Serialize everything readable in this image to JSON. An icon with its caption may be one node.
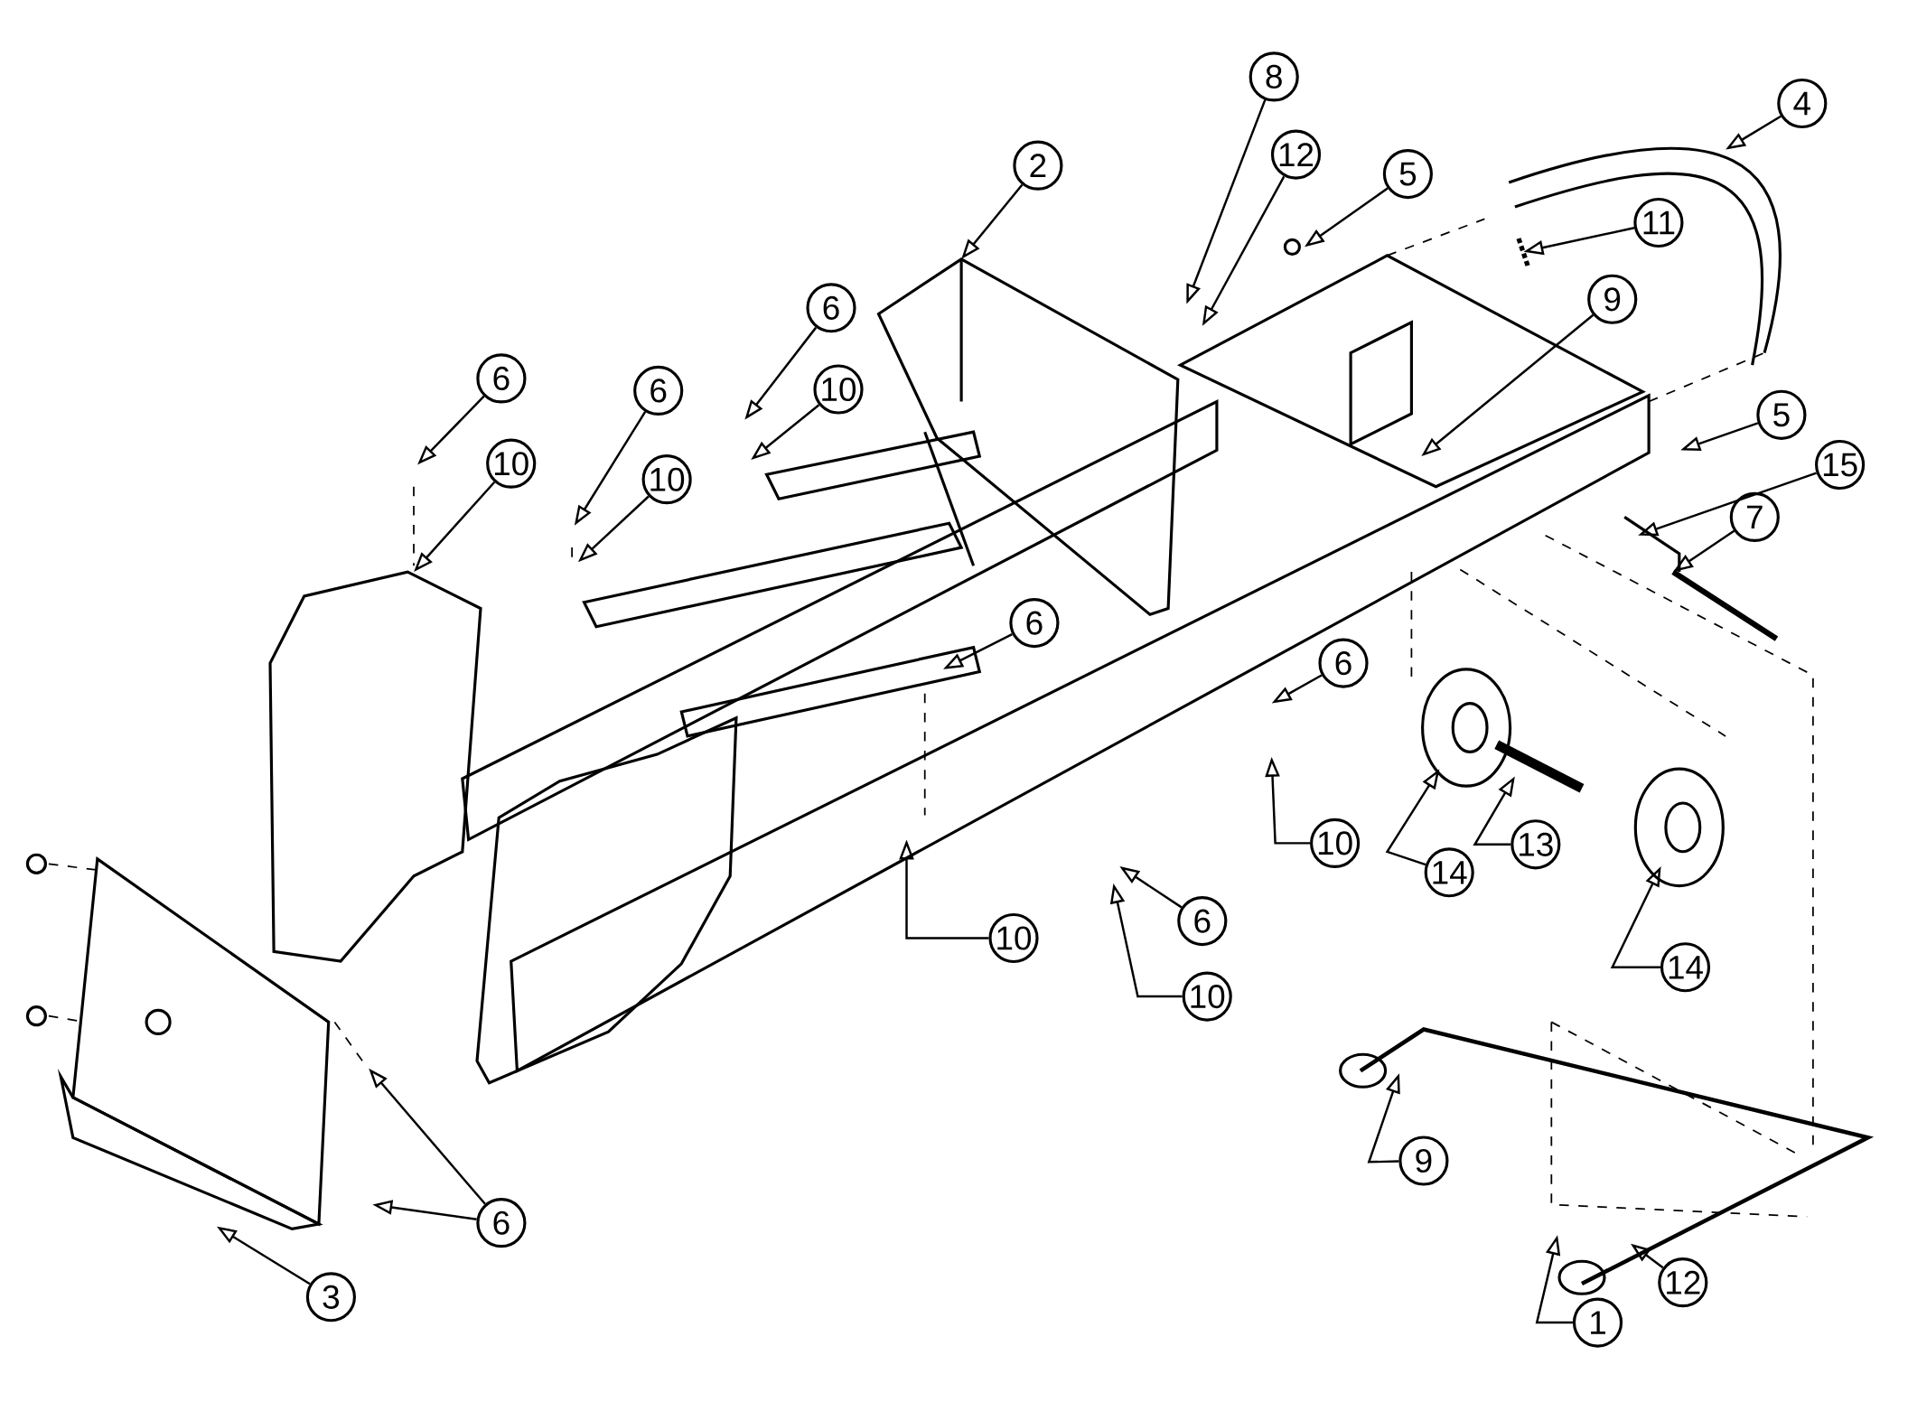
{
  "diagram": {
    "nodes": [
      {
        "text": [
          "8"
        ]
      },
      {
        "text": [
          "12"
        ]
      },
      {
        "text": [
          "5"
        ]
      },
      {
        "text": [
          "4"
        ]
      },
      {
        "text": [
          "2"
        ]
      },
      {
        "text": [
          "11"
        ]
      },
      {
        "text": [
          "9"
        ]
      },
      {
        "text": [
          "6"
        ]
      },
      {
        "text": [
          "10"
        ]
      },
      {
        "text": [
          "6"
        ]
      },
      {
        "text": [
          "10"
        ]
      },
      {
        "text": [
          "6"
        ]
      },
      {
        "text": [
          "10"
        ]
      },
      {
        "text": [
          "5"
        ]
      },
      {
        "text": [
          "15"
        ]
      },
      {
        "text": [
          "7"
        ]
      },
      {
        "text": [
          "6"
        ]
      },
      {
        "text": [
          "6"
        ]
      },
      {
        "text": [
          "10"
        ]
      },
      {
        "text": [
          "14"
        ]
      },
      {
        "text": [
          "13"
        ]
      },
      {
        "text": [
          "14"
        ]
      },
      {
        "text": [
          "10"
        ]
      },
      {
        "text": [
          "6"
        ]
      },
      {
        "text": [
          "10"
        ]
      },
      {
        "text": [
          "9"
        ]
      },
      {
        "text": [
          "6"
        ]
      },
      {
        "text": [
          "3"
        ]
      },
      {
        "text": [
          "12"
        ]
      },
      {
        "text": [
          "1"
        ]
      }
    ],
    "edges": [
      {
        "from": 0,
        "to": null,
        "arrow": "to"
      },
      {
        "from": 1,
        "to": null,
        "arrow": "to"
      },
      {
        "from": 2,
        "to": null,
        "arrow": "to"
      },
      {
        "from": 3,
        "to": null,
        "arrow": "to"
      },
      {
        "from": 4,
        "to": null,
        "arrow": "to"
      },
      {
        "from": 5,
        "to": null,
        "arrow": "to"
      },
      {
        "from": 6,
        "to": null,
        "arrow": "to"
      },
      {
        "from": 7,
        "to": null,
        "arrow": "to"
      },
      {
        "from": 8,
        "to": null,
        "arrow": "to"
      },
      {
        "from": 9,
        "to": null,
        "arrow": "to"
      },
      {
        "from": 10,
        "to": null,
        "arrow": "to"
      },
      {
        "from": 11,
        "to": null,
        "arrow": "to"
      },
      {
        "from": 12,
        "to": null,
        "arrow": "to"
      },
      {
        "from": 13,
        "to": null,
        "arrow": "to"
      },
      {
        "from": 14,
        "to": null,
        "arrow": "to"
      },
      {
        "from": 15,
        "to": null,
        "arrow": "to"
      },
      {
        "from": 16,
        "to": null,
        "arrow": "to"
      },
      {
        "from": 17,
        "to": null,
        "arrow": "to"
      },
      {
        "from": 18,
        "to": null,
        "arrow": "to"
      },
      {
        "from": 19,
        "to": null,
        "arrow": "to"
      },
      {
        "from": 20,
        "to": null,
        "arrow": "to"
      },
      {
        "from": 21,
        "to": null,
        "arrow": "to"
      },
      {
        "from": 22,
        "to": null,
        "arrow": "to"
      },
      {
        "from": 23,
        "to": null,
        "arrow": "to"
      },
      {
        "from": 24,
        "to": null,
        "arrow": "to"
      },
      {
        "from": 25,
        "to": null,
        "arrow": "to"
      },
      {
        "from": 26,
        "to": null,
        "arrow": "to"
      },
      {
        "from": 26,
        "to": null,
        "arrow": "to"
      },
      {
        "from": 27,
        "to": null,
        "arrow": "to"
      },
      {
        "from": 28,
        "to": null,
        "arrow": "to"
      },
      {
        "from": 29,
        "to": null,
        "arrow": "to"
      }
    ]
  }
}
